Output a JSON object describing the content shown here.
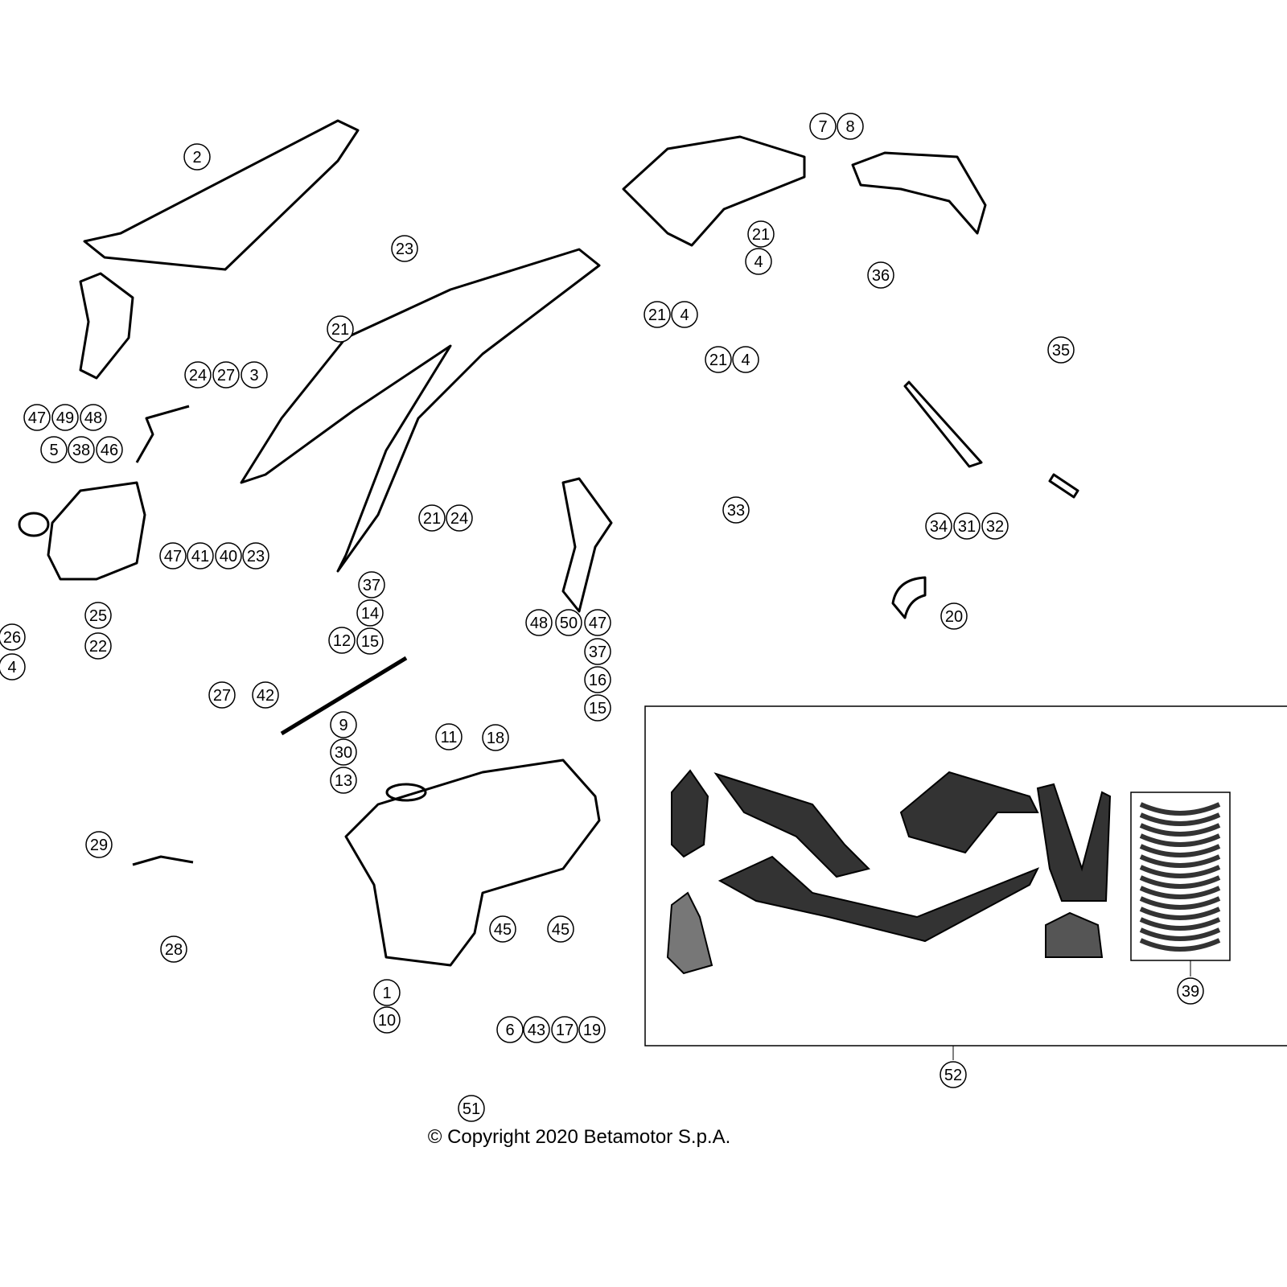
{
  "diagram": {
    "type": "exploded parts diagram",
    "line_color": "#000000",
    "background": "#ffffff",
    "callouts": [
      "2",
      "7",
      "8",
      "23",
      "21",
      "21",
      "4",
      "36",
      "21",
      "4",
      "21",
      "4",
      "35",
      "24",
      "27",
      "3",
      "47",
      "49",
      "48",
      "5",
      "38",
      "46",
      "33",
      "34",
      "31",
      "32",
      "21",
      "24",
      "47",
      "41",
      "40",
      "23",
      "37",
      "48",
      "50",
      "47",
      "20",
      "14",
      "25",
      "12",
      "15",
      "26",
      "22",
      "37",
      "4",
      "16",
      "27",
      "42",
      "15",
      "9",
      "11",
      "30",
      "18",
      "13",
      "29",
      "45",
      "45",
      "28",
      "39",
      "1",
      "10",
      "6",
      "43",
      "17",
      "19",
      "52",
      "51"
    ],
    "groups": {
      "decal_kit": "52",
      "rim_stickers": "39"
    }
  },
  "footer": {
    "copyright": "© Copyright 2020 Betamotor S.p.A."
  }
}
